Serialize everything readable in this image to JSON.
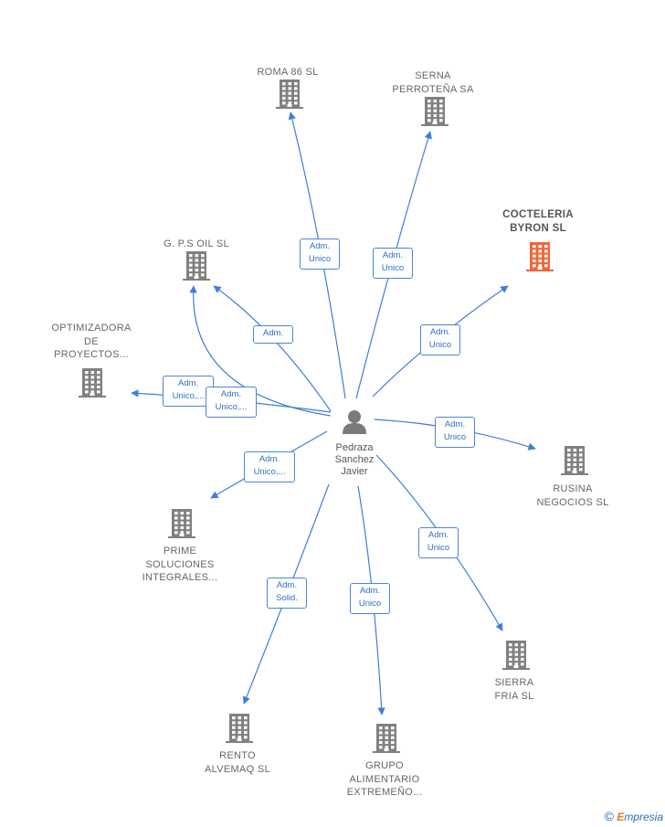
{
  "colors": {
    "edge": "#3d7fd6",
    "building": "#808080",
    "highlight": "#f0663a"
  },
  "center": {
    "name": "Pedraza\nSanchez\nJavier",
    "icon": "person-icon"
  },
  "companies": [
    {
      "id": "roma",
      "name": "ROMA 86 SL",
      "icon": "building-icon",
      "highlight": false
    },
    {
      "id": "serna",
      "name": "SERNA\nPERROTEÑA SA",
      "icon": "building-icon",
      "highlight": false
    },
    {
      "id": "cocteleria",
      "name": "COCTELERIA\nBYRON  SL",
      "icon": "building-icon",
      "highlight": true
    },
    {
      "id": "gps",
      "name": "G. P.S OIL  SL",
      "icon": "building-icon",
      "highlight": false
    },
    {
      "id": "optimizadora",
      "name": "OPTIMIZADORA\nDE\nPROYECTOS...",
      "icon": "building-icon",
      "highlight": false
    },
    {
      "id": "rusina",
      "name": "RUSINA\nNEGOCIOS  SL",
      "icon": "building-icon",
      "highlight": false
    },
    {
      "id": "prime",
      "name": "PRIME\nSOLUCIONES\nINTEGRALES...",
      "icon": "building-icon",
      "highlight": false
    },
    {
      "id": "sierra",
      "name": "SIERRA\nFRIA  SL",
      "icon": "building-icon",
      "highlight": false
    },
    {
      "id": "rento",
      "name": "RENTO\nALVEMAQ  SL",
      "icon": "building-icon",
      "highlight": false
    },
    {
      "id": "grupo",
      "name": "GRUPO\nALIMENTARIO\nEXTREMEÑO...",
      "icon": "building-icon",
      "highlight": false
    }
  ],
  "edges": [
    {
      "to": "roma",
      "label": "Adm.\nUnico"
    },
    {
      "to": "serna",
      "label": "Adm.\nUnico"
    },
    {
      "to": "cocteleria",
      "label": "Adm.\nUnico"
    },
    {
      "to": "gps",
      "label": "Adm."
    },
    {
      "to": "optimizadora",
      "label": "Adm.\nUnico,..."
    },
    {
      "to": "rusina",
      "label": "Adm.\nUnico"
    },
    {
      "to": "prime",
      "label": "Adm.\nUnico,..."
    },
    {
      "to": "sierra",
      "label": "Adm.\nUnico"
    },
    {
      "to": "rento",
      "label": "Adm.\nSolid."
    },
    {
      "to": "grupo",
      "label": "Adm.\nUnico"
    },
    {
      "to": "gps",
      "label": "Adm.\nUnico,..."
    }
  ],
  "footer": {
    "copyright": "©",
    "brand_first": "E",
    "brand_rest": "mpresia"
  }
}
